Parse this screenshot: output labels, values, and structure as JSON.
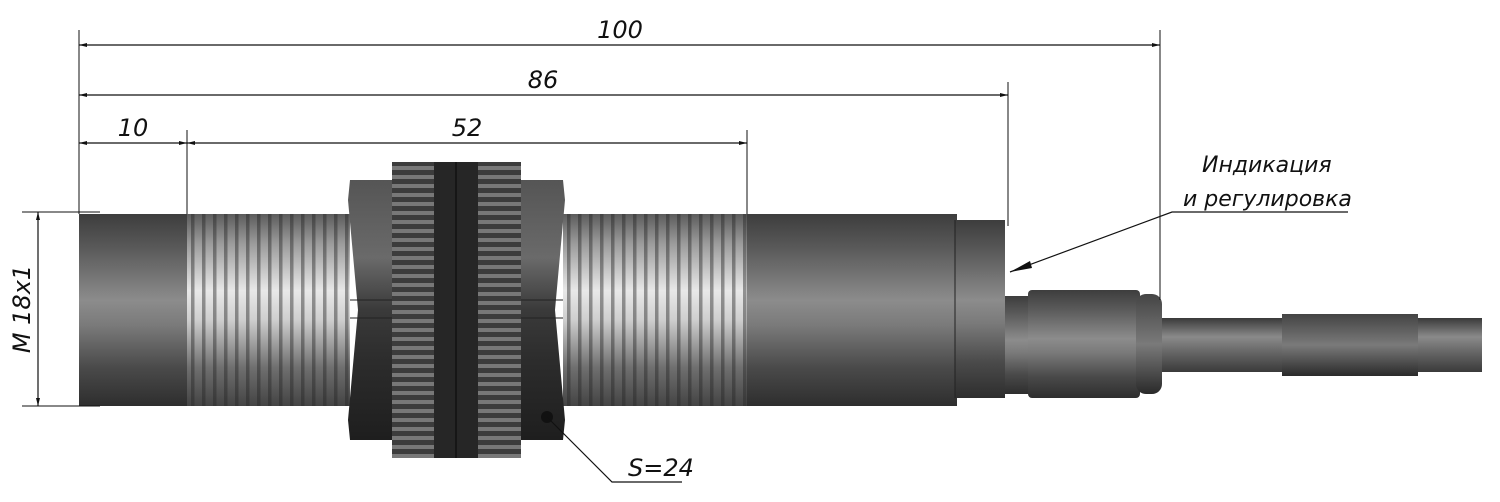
{
  "dimensions": {
    "overall_length": "100",
    "housing_length": "86",
    "front_unthreaded": "10",
    "thread_length": "52",
    "thread_spec": "M 18x1",
    "wrench_size": "S=24"
  },
  "notes": {
    "indication_line1": "Индикация",
    "indication_line2": "и регулировка"
  },
  "colors": {
    "line": "#111111",
    "body_dark": "#3a3a3a",
    "body_light": "#e6e6e6"
  }
}
